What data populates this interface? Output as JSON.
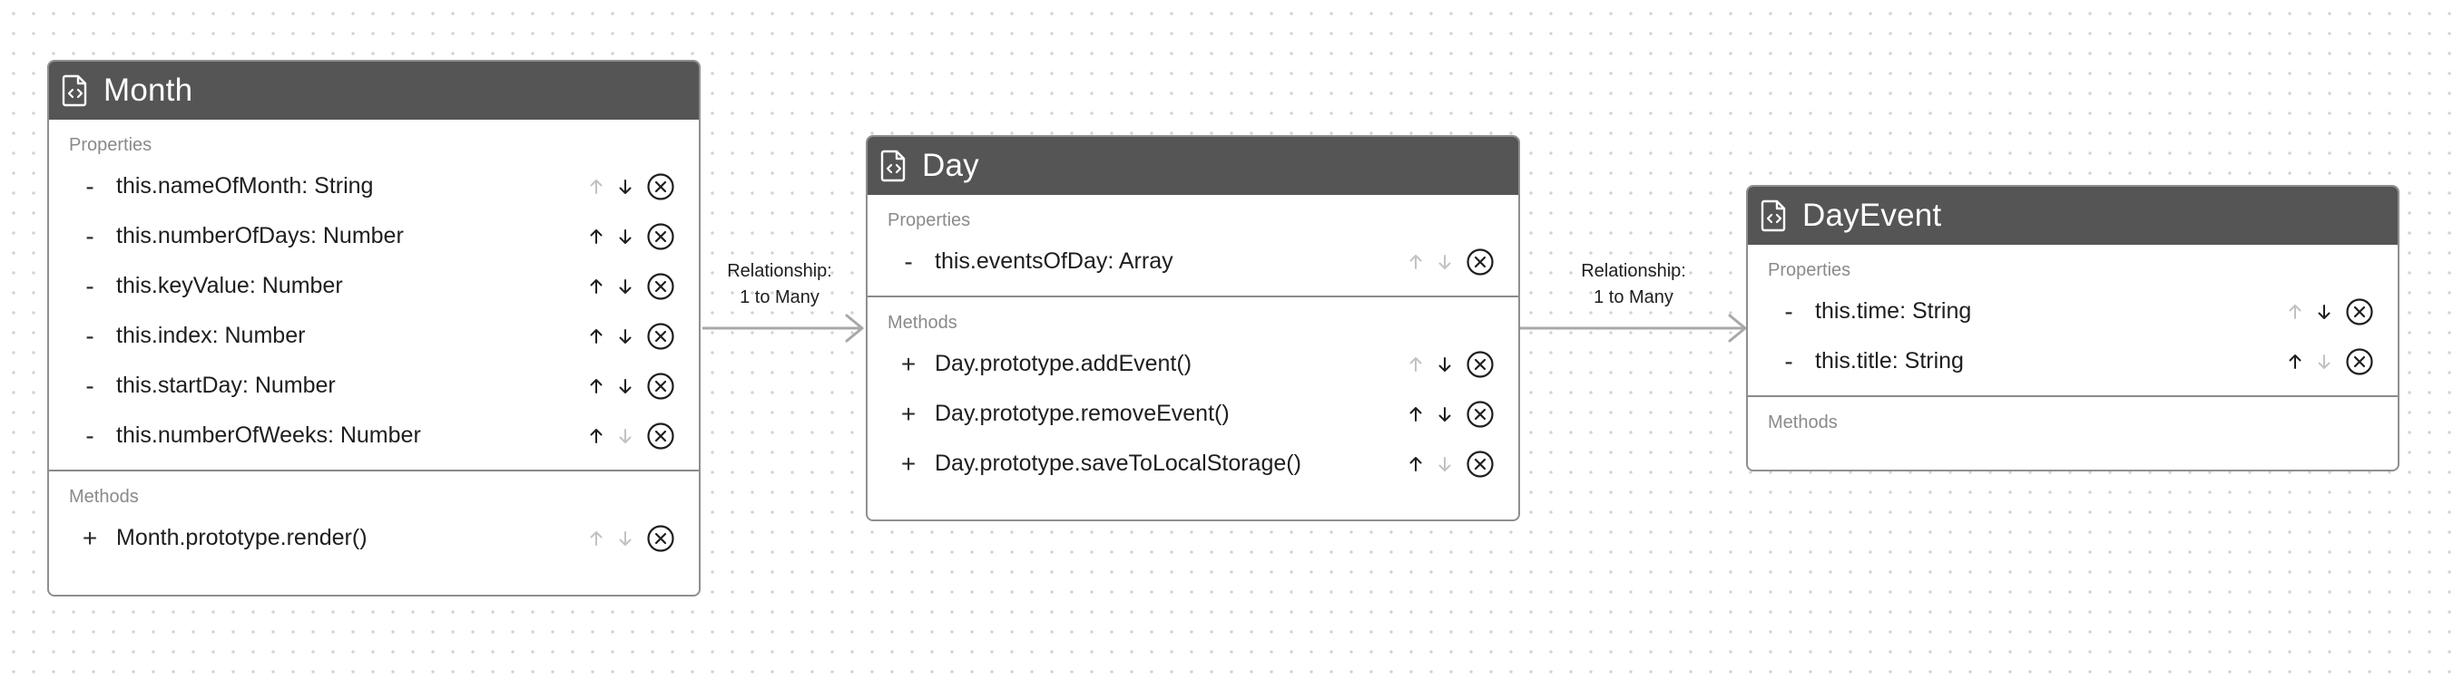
{
  "classes": [
    {
      "name": "Month",
      "properties_label": "Properties",
      "methods_label": "Methods",
      "properties": [
        {
          "sign": "-",
          "text": "this.nameOfMonth: String",
          "up_enabled": false,
          "down_enabled": true
        },
        {
          "sign": "-",
          "text": "this.numberOfDays: Number",
          "up_enabled": true,
          "down_enabled": true
        },
        {
          "sign": "-",
          "text": "this.keyValue: Number",
          "up_enabled": true,
          "down_enabled": true
        },
        {
          "sign": "-",
          "text": "this.index: Number",
          "up_enabled": true,
          "down_enabled": true
        },
        {
          "sign": "-",
          "text": "this.startDay: Number",
          "up_enabled": true,
          "down_enabled": true
        },
        {
          "sign": "-",
          "text": "this.numberOfWeeks: Number",
          "up_enabled": true,
          "down_enabled": false
        }
      ],
      "methods": [
        {
          "sign": "+",
          "text": "Month.prototype.render()",
          "up_enabled": false,
          "down_enabled": false
        }
      ]
    },
    {
      "name": "Day",
      "properties_label": "Properties",
      "methods_label": "Methods",
      "properties": [
        {
          "sign": "-",
          "text": "this.eventsOfDay: Array",
          "up_enabled": false,
          "down_enabled": false
        }
      ],
      "methods": [
        {
          "sign": "+",
          "text": "Day.prototype.addEvent()",
          "up_enabled": false,
          "down_enabled": true
        },
        {
          "sign": "+",
          "text": "Day.prototype.removeEvent()",
          "up_enabled": true,
          "down_enabled": true
        },
        {
          "sign": "+",
          "text": "Day.prototype.saveToLocalStorage()",
          "up_enabled": true,
          "down_enabled": false
        }
      ]
    },
    {
      "name": "DayEvent",
      "properties_label": "Properties",
      "methods_label": "Methods",
      "properties": [
        {
          "sign": "-",
          "text": "this.time: String",
          "up_enabled": false,
          "down_enabled": true
        },
        {
          "sign": "-",
          "text": "this.title: String",
          "up_enabled": true,
          "down_enabled": false
        }
      ],
      "methods": []
    }
  ],
  "relationships": [
    {
      "from": "Month",
      "to": "Day",
      "label_line1": "Relationship:",
      "label_line2": "1 to Many"
    },
    {
      "from": "Day",
      "to": "DayEvent",
      "label_line1": "Relationship:",
      "label_line2": "1 to Many"
    }
  ],
  "icons": {
    "header": "file-code-icon",
    "move_up": "arrow-up-icon",
    "move_down": "arrow-down-icon",
    "remove": "close-circle-icon"
  },
  "colors": {
    "header_bg": "#555555",
    "card_border": "#8f8f8f",
    "enabled_control": "#1e1e1e",
    "disabled_control": "#c2c2c2",
    "connector": "#a8a8a8"
  }
}
